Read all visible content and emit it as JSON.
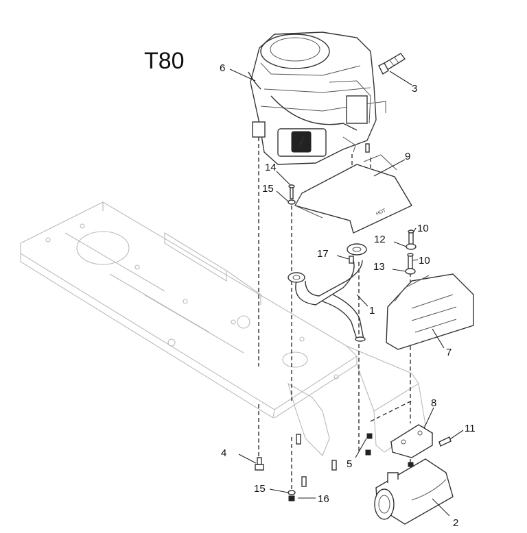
{
  "title": "T80",
  "callouts": {
    "c1": "1",
    "c2": "2",
    "c3": "3",
    "c4": "4",
    "c5": "5",
    "c6": "6",
    "c7": "7",
    "c8": "8",
    "c9": "9",
    "c10a": "10",
    "c10b": "10",
    "c11": "11",
    "c12": "12",
    "c13": "13",
    "c14": "14",
    "c15a": "15",
    "c15b": "15",
    "c16": "16",
    "c17": "17"
  },
  "stamps": {
    "heat_shield": "HOT",
    "engine_label": "OEM"
  }
}
